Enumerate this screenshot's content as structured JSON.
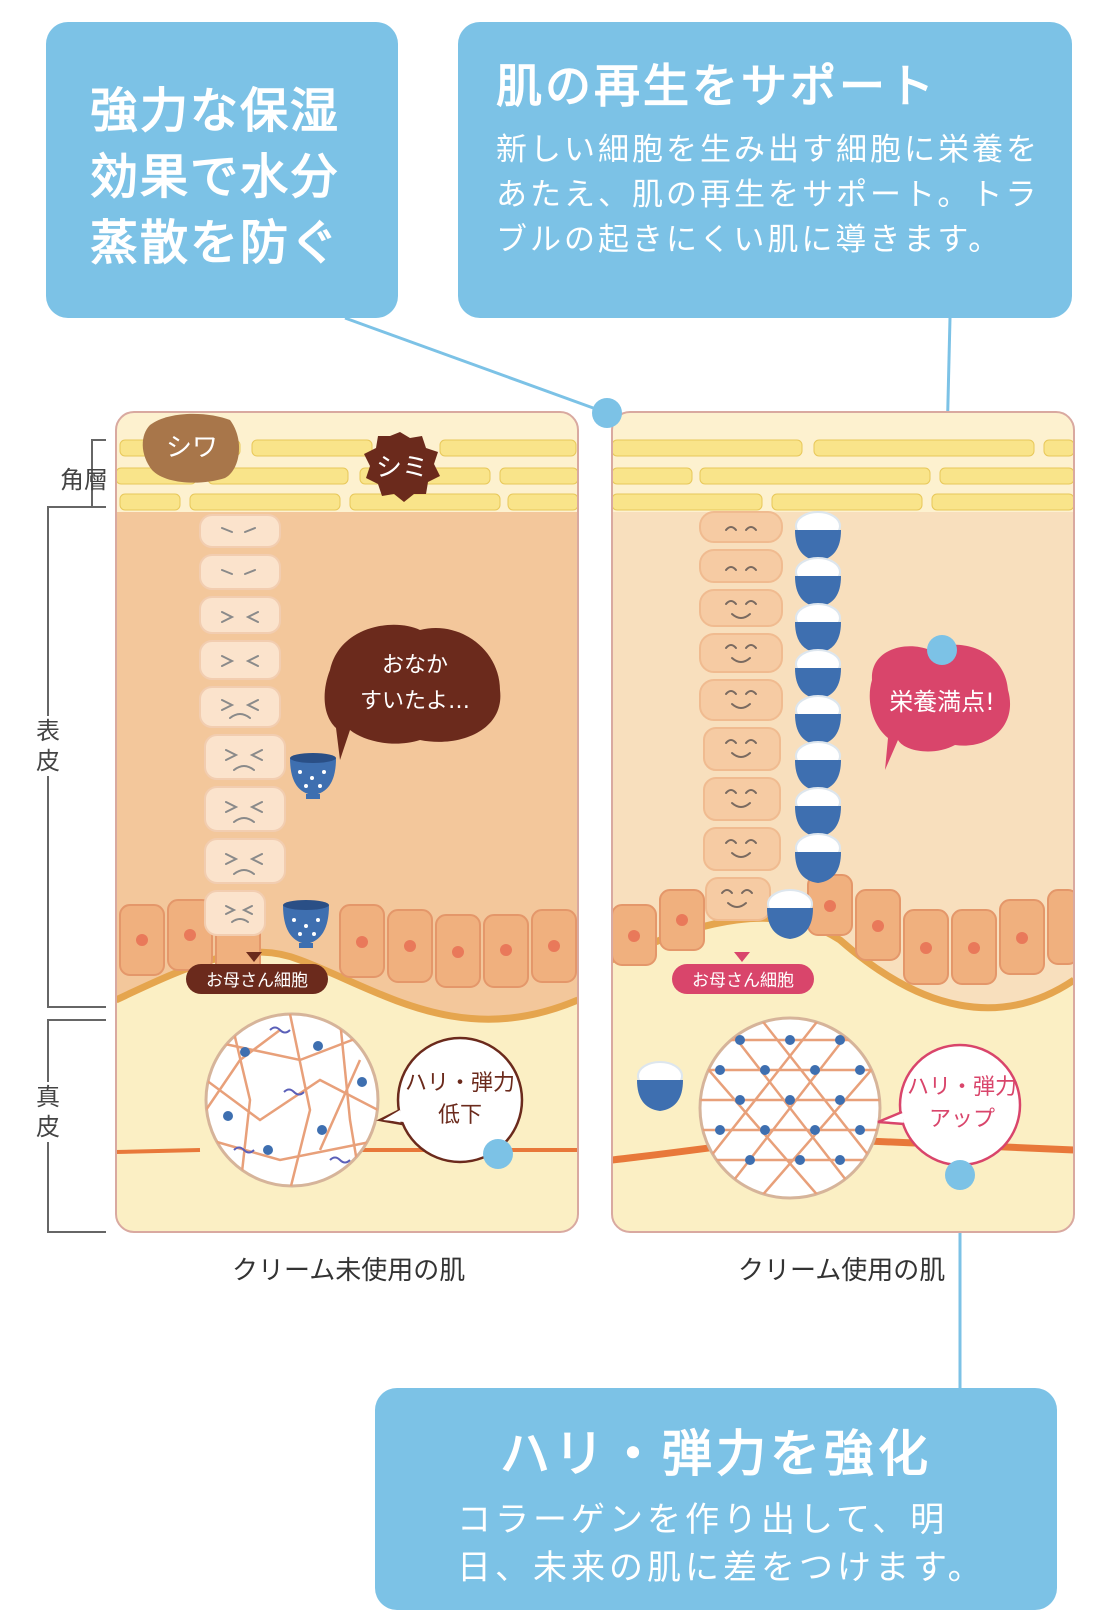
{
  "callouts": {
    "moisture": {
      "text": "強力な保湿効果で水分蒸散を防ぐ"
    },
    "regeneration": {
      "title": "肌の再生をサポート",
      "body": "新しい細胞を生み出す細胞に栄養をあたえ、肌の再生をサポート。トラブルの起きにくい肌に導きます。"
    },
    "firmness": {
      "title": "ハリ・弾力を強化",
      "body": "コラーゲンを作り出して、明日、未来の肌に差をつけます。"
    }
  },
  "layers": {
    "stratum_corneum": "角層",
    "epidermis": "表皮",
    "dermis": "真皮"
  },
  "panels": {
    "without_cream": {
      "caption": "クリーム未使用の肌",
      "wrinkle_badge": "シワ",
      "spot_badge": "シミ",
      "speech_line1": "おなか",
      "speech_line2": "すいたよ…",
      "mother_cell_label": "お母さん細胞",
      "collagen_line1": "ハリ・弾力",
      "collagen_line2": "低下"
    },
    "with_cream": {
      "caption": "クリーム使用の肌",
      "speech": "栄養満点!",
      "mother_cell_label": "お母さん細胞",
      "collagen_line1": "ハリ・弾力",
      "collagen_line2": "アップ"
    }
  },
  "colors": {
    "callout_blue": "#7cc2e6",
    "epidermis_peach": "#f3c79b",
    "dermis_cream": "#fbefc4",
    "stratum_yellow": "#f9e48a",
    "panel_border": "#d9a9a0",
    "spot_brown": "#6b2a1c",
    "wrinkle_brown": "#a8764a",
    "pink_accent": "#d9456b",
    "bowl_blue": "#3e6fb0",
    "fiber_orange": "#e8a07a"
  }
}
